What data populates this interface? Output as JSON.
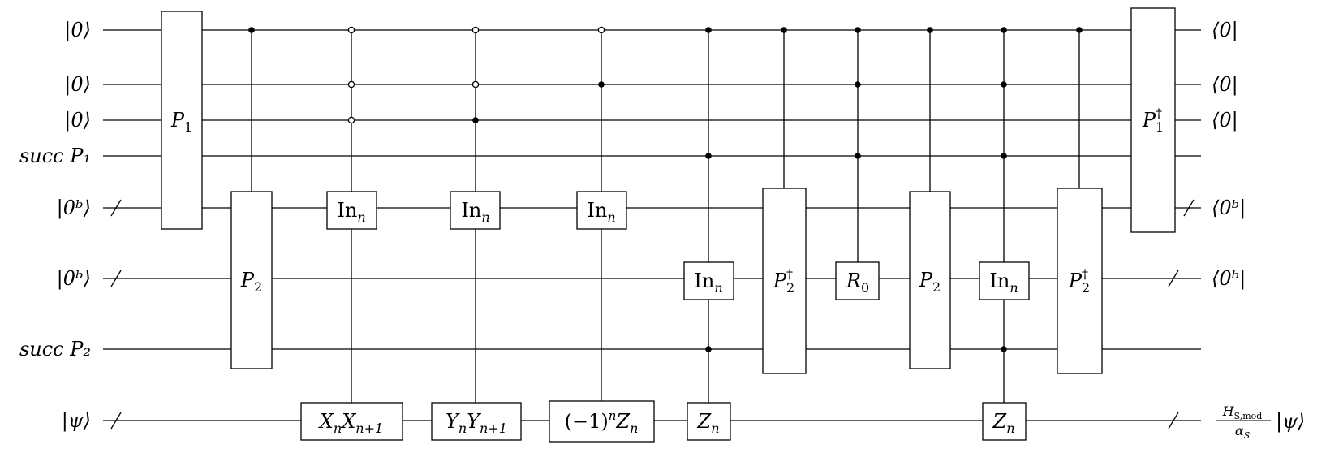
{
  "wires": [
    {
      "id": "q0",
      "left": "|0⟩",
      "right": "⟨0|",
      "bus": false
    },
    {
      "id": "q1",
      "left": "|0⟩",
      "right": "⟨0|",
      "bus": false
    },
    {
      "id": "q2",
      "left": "|0⟩",
      "right": "⟨0|",
      "bus": false
    },
    {
      "id": "s1",
      "left": "succ P₁",
      "right": "",
      "bus": false
    },
    {
      "id": "b1",
      "left": "|0ᵇ⟩",
      "right": "⟨0ᵇ|",
      "bus": true
    },
    {
      "id": "b2",
      "left": "|0ᵇ⟩",
      "right": "⟨0ᵇ|",
      "bus": true
    },
    {
      "id": "s2",
      "left": "succ P₂",
      "right": "",
      "bus": false
    },
    {
      "id": "psi",
      "left": "|ψ⟩",
      "right": "",
      "bus": true
    }
  ],
  "psi_output": {
    "numerator": "H",
    "numerator_sub": "S,mod",
    "denominator": "α",
    "denominator_sub": "S",
    "ket": "|ψ⟩"
  },
  "gates": [
    {
      "id": "P1",
      "label": "P",
      "sub": "1",
      "sup": ""
    },
    {
      "id": "P2a",
      "label": "P",
      "sub": "2",
      "sup": ""
    },
    {
      "id": "In1",
      "label": "In",
      "sub": "n",
      "sup": ""
    },
    {
      "id": "XX",
      "label": "X",
      "sub": "n",
      "label2": "X",
      "sub2": "n+1"
    },
    {
      "id": "In2",
      "label": "In",
      "sub": "n",
      "sup": ""
    },
    {
      "id": "YY",
      "label": "Y",
      "sub": "n",
      "label2": "Y",
      "sub2": "n+1"
    },
    {
      "id": "In3",
      "label": "In",
      "sub": "n",
      "sup": ""
    },
    {
      "id": "mZ",
      "prefix": "(−1)",
      "prefix_sup": "n",
      "label": "Z",
      "sub": "n"
    },
    {
      "id": "In4",
      "label": "In",
      "sub": "n",
      "sup": ""
    },
    {
      "id": "Z1",
      "label": "Z",
      "sub": "n",
      "sup": ""
    },
    {
      "id": "P2d1",
      "label": "P",
      "sub": "2",
      "sup": "†"
    },
    {
      "id": "R0",
      "label": "R",
      "sub": "0",
      "sup": ""
    },
    {
      "id": "P2b",
      "label": "P",
      "sub": "2",
      "sup": ""
    },
    {
      "id": "In5",
      "label": "In",
      "sub": "n",
      "sup": ""
    },
    {
      "id": "Z2",
      "label": "Z",
      "sub": "n",
      "sup": ""
    },
    {
      "id": "P2d2",
      "label": "P",
      "sub": "2",
      "sup": "†"
    },
    {
      "id": "P1d",
      "label": "P",
      "sub": "1",
      "sup": "†"
    }
  ]
}
